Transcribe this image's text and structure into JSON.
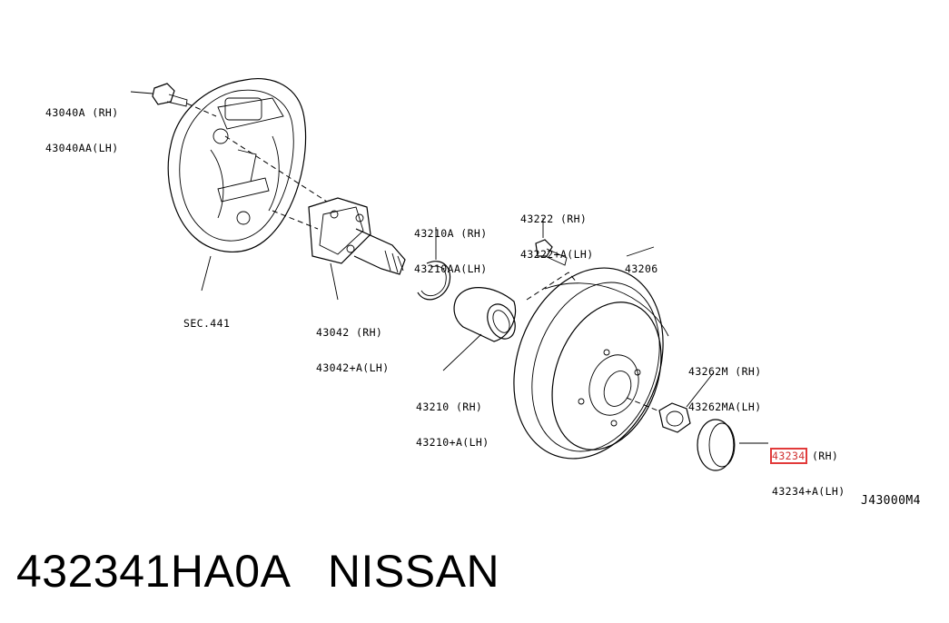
{
  "callouts": {
    "c43040": {
      "line1": "43040A (RH)",
      "line2": "43040AA(LH)"
    },
    "sec441": {
      "line1": "SEC.441"
    },
    "c43042": {
      "line1": "43042 (RH)",
      "line2": "43042+A(LH)"
    },
    "c43210a": {
      "line1": "43210A (RH)",
      "line2": "43210AA(LH)"
    },
    "c43210": {
      "line1": "43210 (RH)",
      "line2": "43210+A(LH)"
    },
    "c43222": {
      "line1": "43222 (RH)",
      "line2": "43222+A(LH)"
    },
    "c43206": {
      "line1": "43206"
    },
    "c43262": {
      "line1": "43262M (RH)",
      "line2": "43262MA(LH)"
    },
    "c43234": {
      "line1_code": "43234",
      "line1_side": " (RH)",
      "line2": "43234+A(LH)"
    }
  },
  "diagram_id": "J43000M4",
  "footer": {
    "part_number": "432341HA0A",
    "brand": "NISSAN",
    "separator": "   "
  },
  "highlight_color": "#e23a3a"
}
